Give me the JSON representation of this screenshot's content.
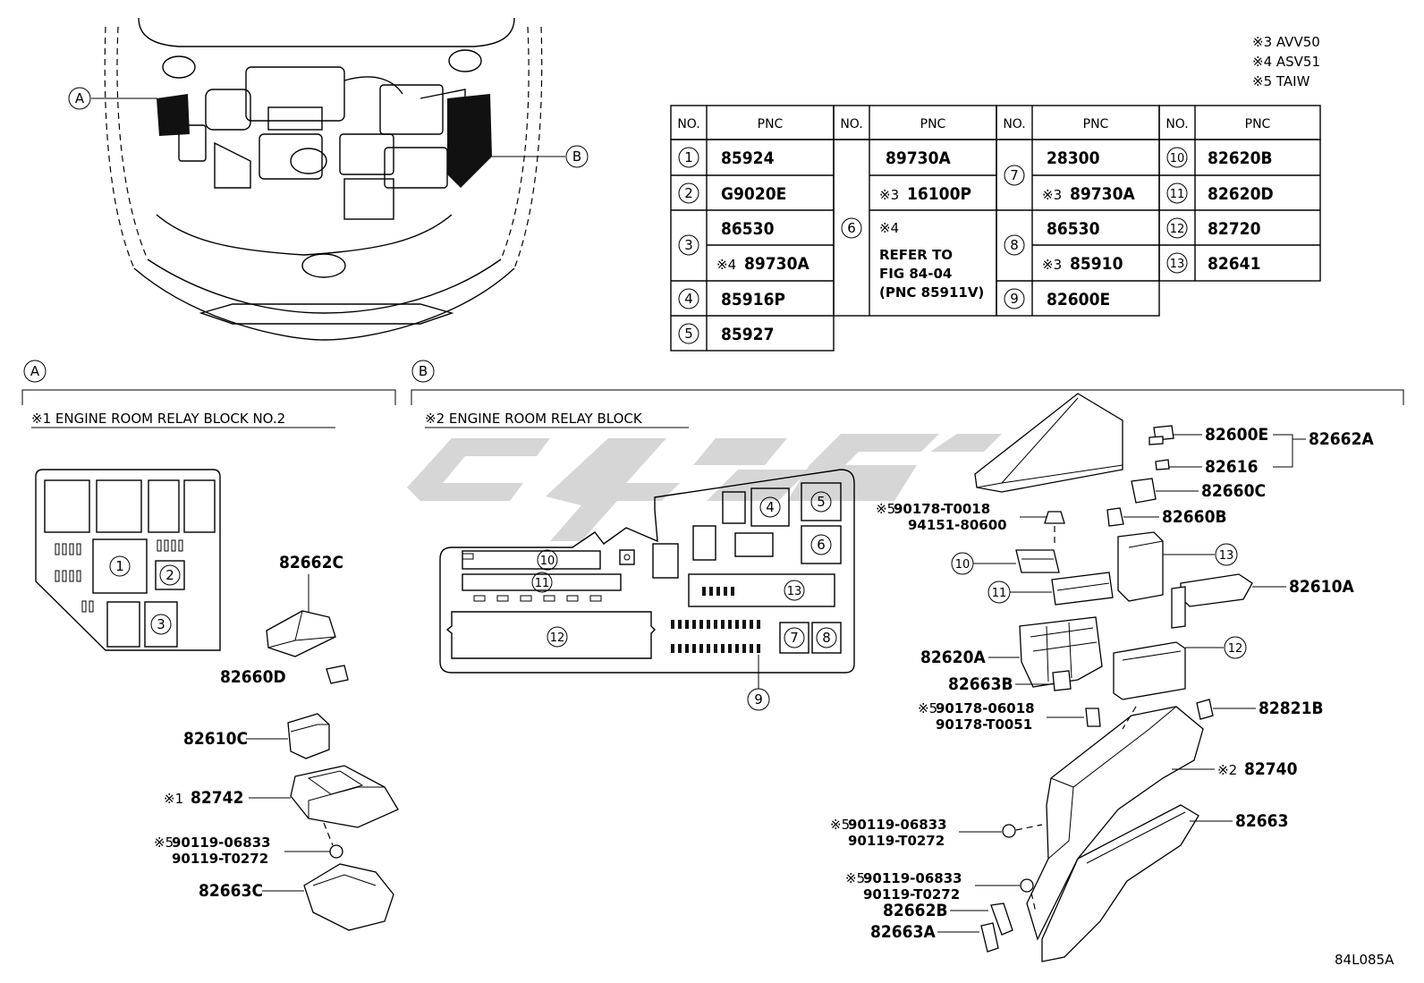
{
  "notes": [
    "※3 AVV50",
    "※4 ASV51",
    "※5 TAIW"
  ],
  "table": {
    "hdr_no": "NO.",
    "hdr_pnc": "PNC",
    "col1": {
      "n1": "1",
      "p1": "85924",
      "n2": "2",
      "p2": "G9020E",
      "n3": "3",
      "p3a": "86530",
      "p3b_mark": "※4",
      "p3b": "89730A",
      "n4": "4",
      "p4": "85916P",
      "n5": "5",
      "p5": "85927"
    },
    "col2": {
      "n6": "6",
      "p6a": "89730A",
      "p6b_mark": "※3",
      "p6b": "16100P",
      "p6c_mark": "※4",
      "p6c_l1": "REFER TO",
      "p6c_l2": "FIG 84-04",
      "p6c_l3": "(PNC 85911V)"
    },
    "col3": {
      "n7": "7",
      "p7a": "28300",
      "p7b_mark": "※3",
      "p7b": "89730A",
      "n8": "8",
      "p8a": "86530",
      "p8b_mark": "※3",
      "p8b": "85910",
      "n9": "9",
      "p9": "82600E"
    },
    "col4": {
      "n10": "10",
      "p10": "82620B",
      "n11": "11",
      "p11": "82620D",
      "n12": "12",
      "p12": "82720",
      "n13": "13",
      "p13": "82641"
    }
  },
  "car": {
    "label_a": "A",
    "label_b": "B"
  },
  "section_a": {
    "marker": "A",
    "title": "※1 ENGINE ROOM RELAY BLOCK NO.2"
  },
  "section_b": {
    "marker": "B",
    "title": "※2 ENGINE ROOM RELAY BLOCK"
  },
  "block_a_nums": [
    "1",
    "2",
    "3"
  ],
  "block_b_nums": [
    "4",
    "5",
    "6",
    "7",
    "8",
    "9",
    "10",
    "11",
    "12",
    "13"
  ],
  "parts_a": {
    "p82662C": "82662C",
    "p82660D": "82660D",
    "p82610C": "82610C",
    "p82742_mark": "※1",
    "p82742": "82742",
    "bolt_mark": "※5",
    "bolt1": "90119-06833",
    "bolt2": "90119-T0272",
    "p82663C": "82663C"
  },
  "parts_b": {
    "p82600E": "82600E",
    "p82662A": "82662A",
    "p82616": "82616",
    "p82660C": "82660C",
    "p82660B": "82660B",
    "clip_mark": "※5",
    "clip1": "90178-T0018",
    "clip2": "94151-80600",
    "n10": "10",
    "n11": "11",
    "n12": "12",
    "n13": "13",
    "p82610A": "82610A",
    "p82620A": "82620A",
    "p82663B": "82663B",
    "nut_mark": "※5",
    "nut1": "90178-06018",
    "nut2": "90178-T0051",
    "p82821B": "82821B",
    "p82740_mark": "※2",
    "p82740": "82740",
    "b1_mark": "※5",
    "b1a": "90119-06833",
    "b1b": "90119-T0272",
    "p82663": "82663",
    "b2_mark": "※5",
    "b2a": "90119-06833",
    "b2b": "90119-T0272",
    "p82662B": "82662B",
    "p82663A": "82663A"
  },
  "figure_id": "84L085A"
}
